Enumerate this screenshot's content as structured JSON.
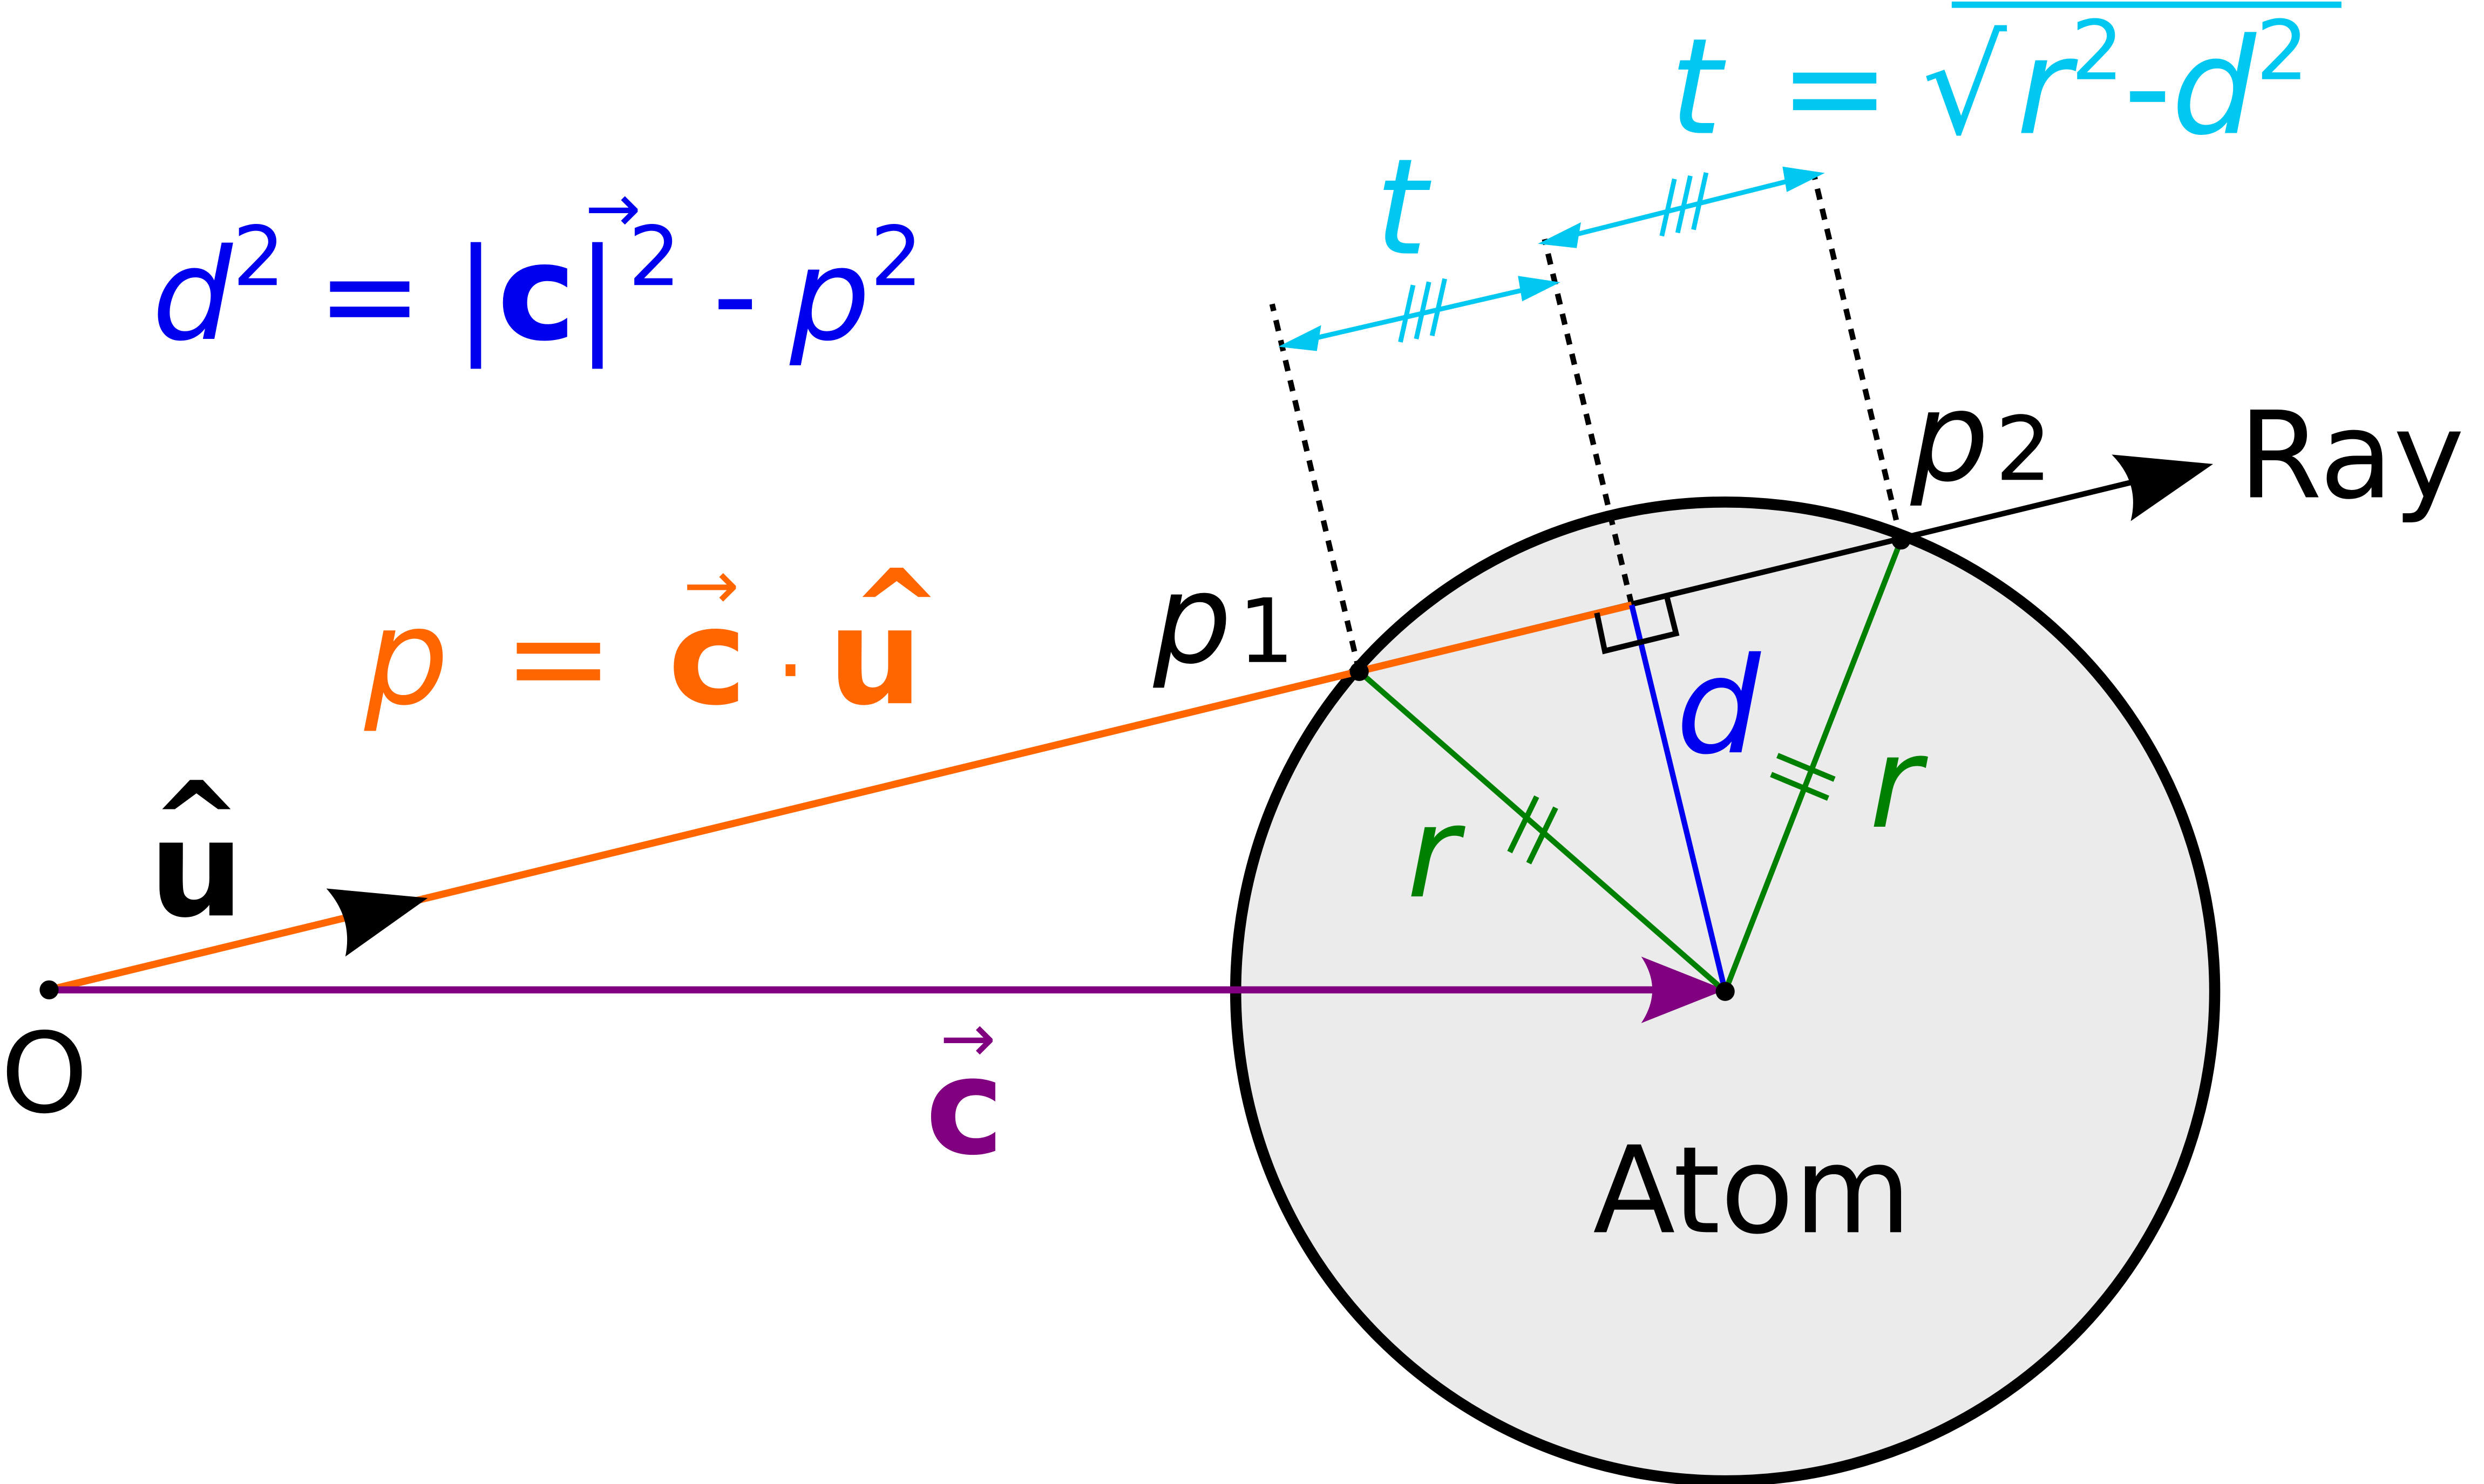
{
  "colors": {
    "black": "#000000",
    "orange": "#ff6600",
    "purple": "#800080",
    "blue": "#0000ee",
    "cyan": "#00c8f0",
    "green": "#008000",
    "atom_fill": "#ebebeb"
  },
  "labels": {
    "origin": "O",
    "ray": "Ray",
    "atom": "Atom",
    "p1_base": "p",
    "p1_sub": "1",
    "p2_base": "p",
    "p2_sub": "2",
    "u": "u",
    "hat": "^",
    "c": "c",
    "c_arrow": "→",
    "r1": "r",
    "r2": "r",
    "d": "d",
    "t": "t"
  },
  "equations": {
    "d_eq": {
      "d": "d",
      "exp1": "2",
      "eq": "=",
      "open_bar": "|",
      "c": "c",
      "close_bar": "|",
      "exp2": "2",
      "minus": "-",
      "p": "p",
      "exp3": "2"
    },
    "p_eq": {
      "p": "p",
      "eq": "=",
      "c": "c",
      "dot": "·",
      "u": "u"
    },
    "t_eq": {
      "t": "t",
      "eq": "=",
      "sqrt": "√",
      "r": "r",
      "exp1": "2",
      "minus": "-",
      "d": "d",
      "exp2": "2"
    }
  }
}
